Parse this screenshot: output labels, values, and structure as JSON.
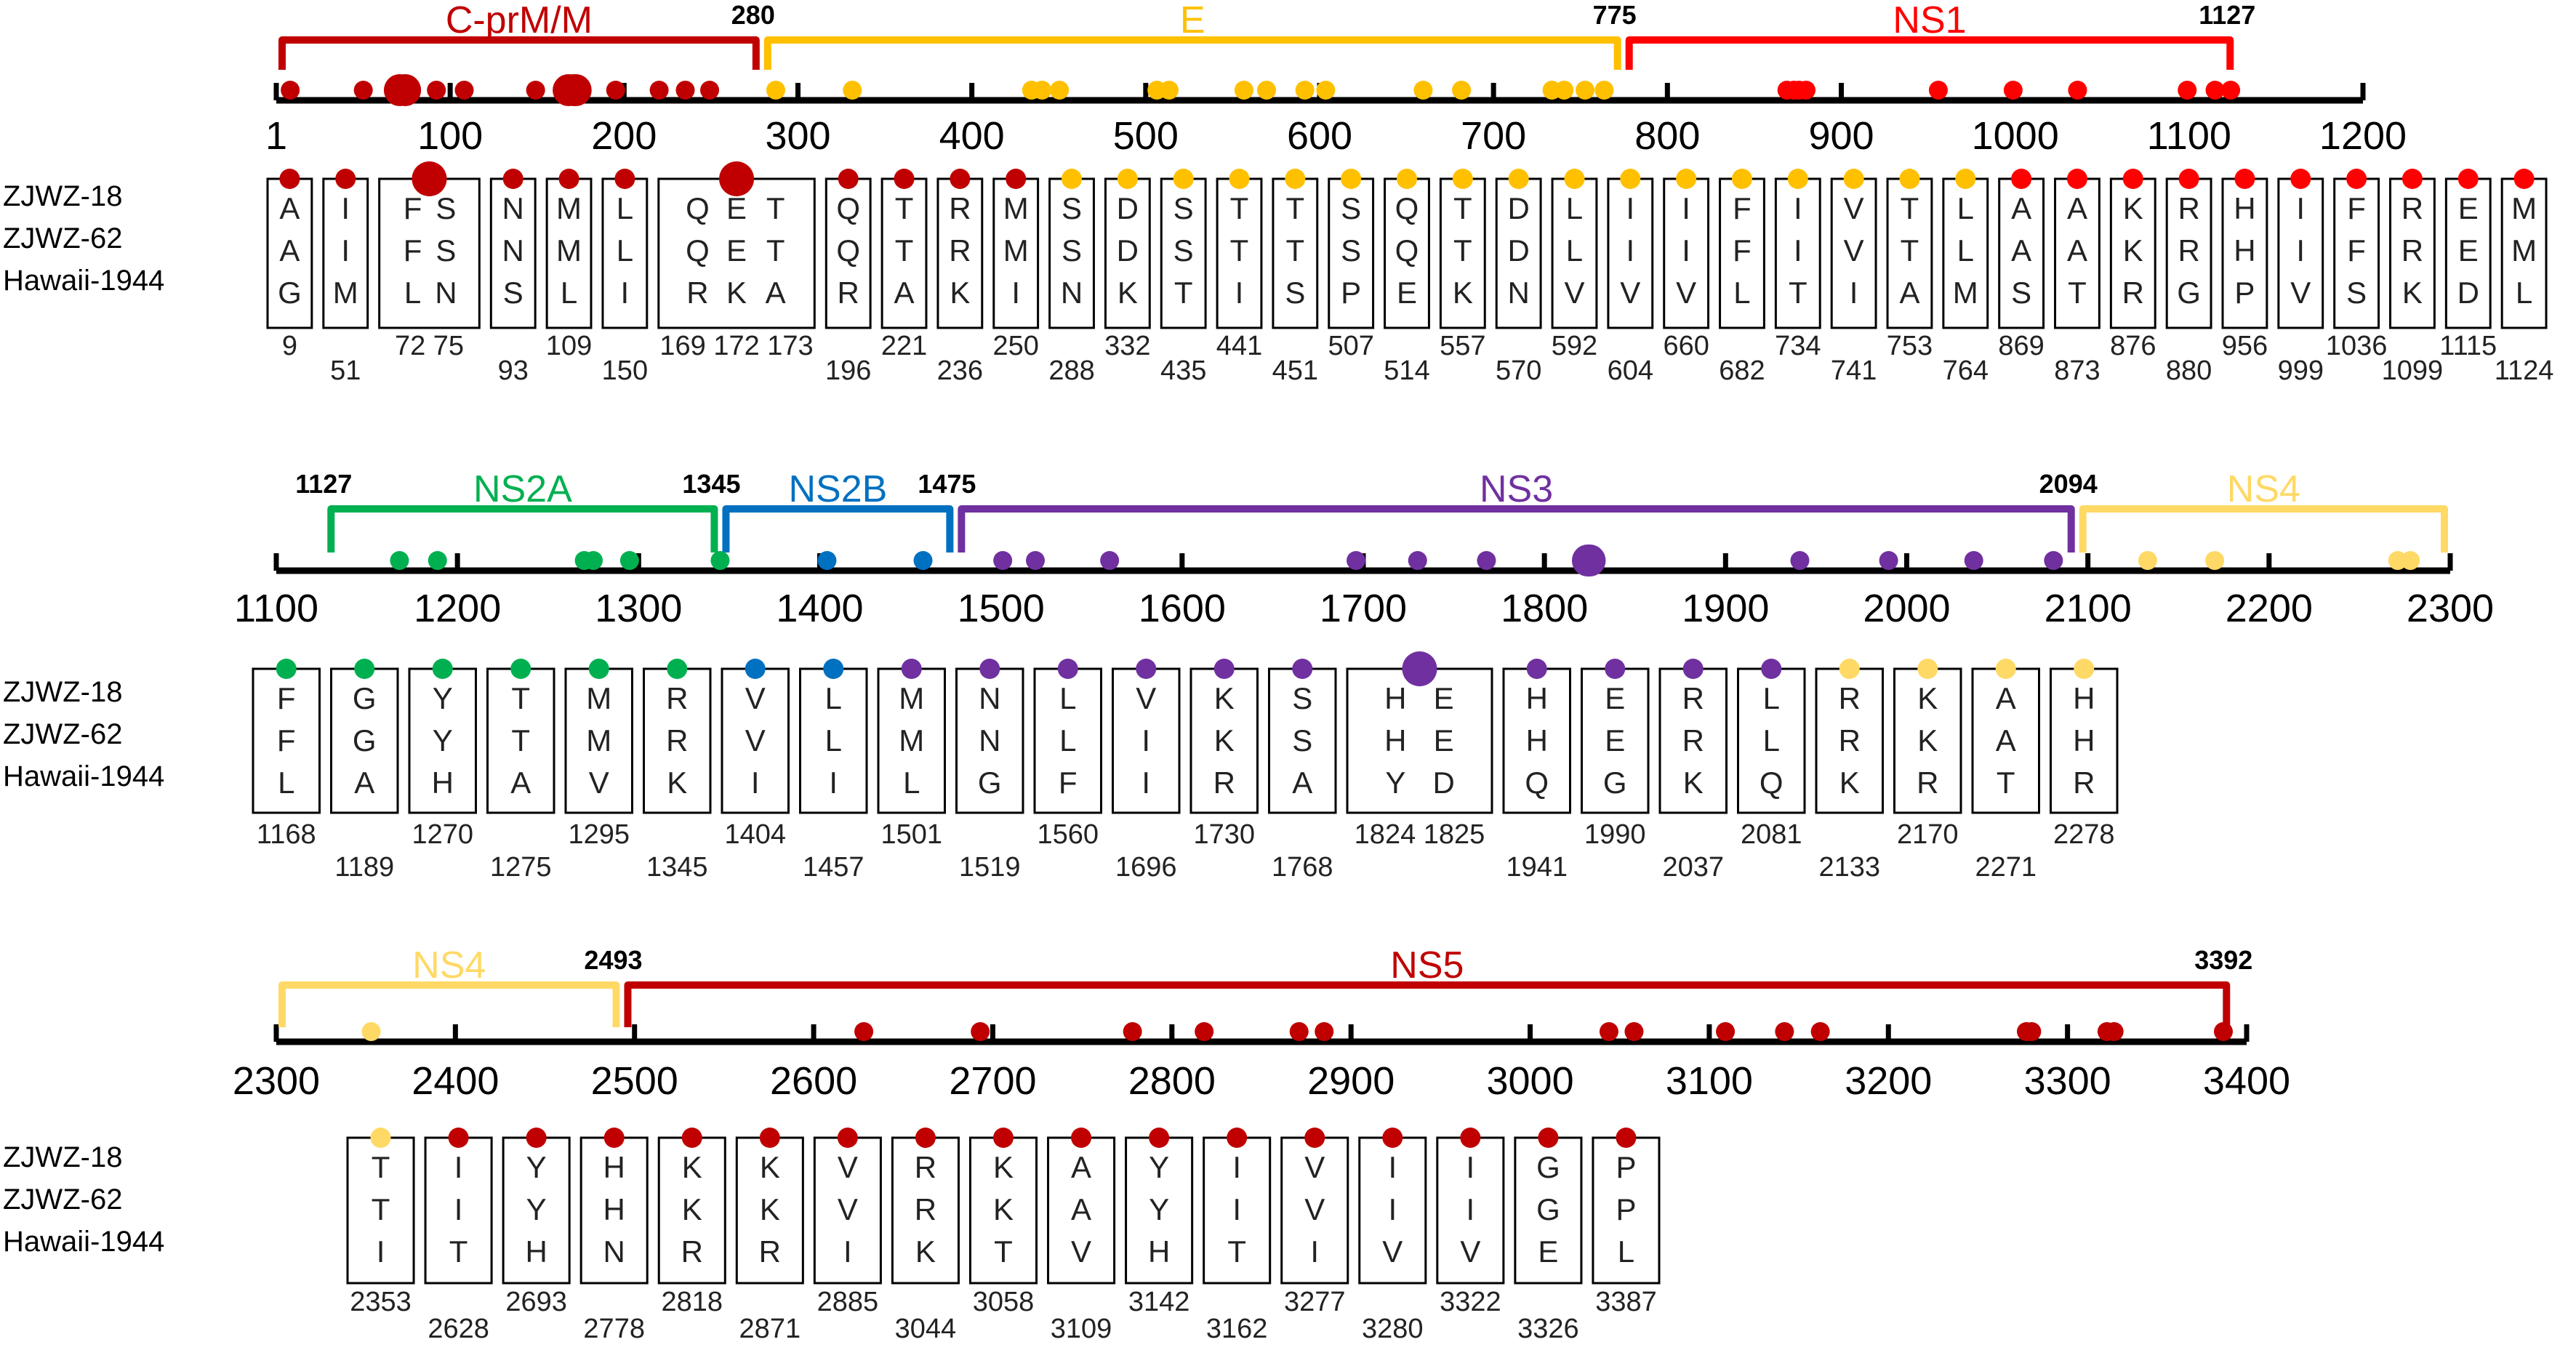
{
  "strains": [
    "ZJWZ-18",
    "ZJWZ-62",
    "Hawaii-1944"
  ],
  "colors": {
    "C-prM/M": "#c00000",
    "E": "#ffc000",
    "NS1": "#ff0000",
    "NS2A": "#00b050",
    "NS2B": "#0070c0",
    "NS3": "#7030a0",
    "NS4": "#ffd966",
    "NS5": "#c00000",
    "tick_blue": "#4472c4",
    "axis": "#000000"
  },
  "rows": [
    {
      "axis_range": [
        1,
        1200
      ],
      "axis_labels": [
        "1",
        "100",
        "200",
        "300",
        "400",
        "500",
        "600",
        "700",
        "800",
        "900",
        "1000",
        "1100",
        "1200"
      ],
      "regions": [
        {
          "name": "C-prM/M",
          "start": 1,
          "end": 280,
          "start_label": "",
          "end_label": "280"
        },
        {
          "name": "E",
          "start": 280,
          "end": 775,
          "start_label": "",
          "end_label": "775"
        },
        {
          "name": "NS1",
          "start": 775,
          "end": 1127,
          "start_label": "",
          "end_label": "1127"
        }
      ],
      "columns": [
        {
          "residues": [
            "A",
            "A",
            "G"
          ],
          "positions": [
            "9"
          ],
          "region": "C-prM/M"
        },
        {
          "residues": [
            "I",
            "I",
            "M"
          ],
          "positions": [
            "51"
          ],
          "region": "C-prM/M"
        },
        {
          "residues": [
            "FS",
            "FS",
            "LN"
          ],
          "positions": [
            "72 75"
          ],
          "region": "C-prM/M",
          "wide": 1,
          "big": true
        },
        {
          "residues": [
            "N",
            "N",
            "S"
          ],
          "positions": [
            "93"
          ],
          "region": "C-prM/M"
        },
        {
          "residues": [
            "M",
            "M",
            "L"
          ],
          "positions": [
            "109"
          ],
          "region": "C-prM/M"
        },
        {
          "residues": [
            "L",
            "L",
            "I"
          ],
          "positions": [
            "150"
          ],
          "region": "C-prM/M"
        },
        {
          "residues": [
            "QET",
            "QET",
            "RKA"
          ],
          "positions": [
            "169 172 173"
          ],
          "region": "C-prM/M",
          "wide": 2,
          "big": true
        },
        {
          "residues": [
            "Q",
            "Q",
            "R"
          ],
          "positions": [
            "196"
          ],
          "region": "C-prM/M"
        },
        {
          "residues": [
            "T",
            "T",
            "A"
          ],
          "positions": [
            "221"
          ],
          "region": "C-prM/M"
        },
        {
          "residues": [
            "R",
            "R",
            "K"
          ],
          "positions": [
            "236"
          ],
          "region": "C-prM/M"
        },
        {
          "residues": [
            "M",
            "M",
            "I"
          ],
          "positions": [
            "250"
          ],
          "region": "C-prM/M"
        },
        {
          "residues": [
            "S",
            "S",
            "N"
          ],
          "positions": [
            "288"
          ],
          "region": "E"
        },
        {
          "residues": [
            "D",
            "D",
            "K"
          ],
          "positions": [
            "332"
          ],
          "region": "E"
        },
        {
          "residues": [
            "S",
            "S",
            "T"
          ],
          "positions": [
            "435"
          ],
          "region": "E"
        },
        {
          "residues": [
            "T",
            "T",
            "I"
          ],
          "positions": [
            "441"
          ],
          "region": "E"
        },
        {
          "residues": [
            "T",
            "T",
            "S"
          ],
          "positions": [
            "451"
          ],
          "region": "E"
        },
        {
          "residues": [
            "S",
            "S",
            "P"
          ],
          "positions": [
            "507"
          ],
          "region": "E"
        },
        {
          "residues": [
            "Q",
            "Q",
            "E"
          ],
          "positions": [
            "514"
          ],
          "region": "E"
        },
        {
          "residues": [
            "T",
            "T",
            "K"
          ],
          "positions": [
            "557"
          ],
          "region": "E"
        },
        {
          "residues": [
            "D",
            "D",
            "N"
          ],
          "positions": [
            "570"
          ],
          "region": "E"
        },
        {
          "residues": [
            "L",
            "L",
            "V"
          ],
          "positions": [
            "592"
          ],
          "region": "E"
        },
        {
          "residues": [
            "I",
            "I",
            "V"
          ],
          "positions": [
            "604"
          ],
          "region": "E"
        },
        {
          "residues": [
            "I",
            "I",
            "V"
          ],
          "positions": [
            "660"
          ],
          "region": "E"
        },
        {
          "residues": [
            "F",
            "F",
            "L"
          ],
          "positions": [
            "682"
          ],
          "region": "E"
        },
        {
          "residues": [
            "I",
            "I",
            "T"
          ],
          "positions": [
            "734"
          ],
          "region": "E"
        },
        {
          "residues": [
            "V",
            "V",
            "I"
          ],
          "positions": [
            "741"
          ],
          "region": "E"
        },
        {
          "residues": [
            "T",
            "T",
            "A"
          ],
          "positions": [
            "753"
          ],
          "region": "E"
        },
        {
          "residues": [
            "L",
            "L",
            "M"
          ],
          "positions": [
            "764"
          ],
          "region": "E"
        },
        {
          "residues": [
            "A",
            "A",
            "S"
          ],
          "positions": [
            "869"
          ],
          "region": "NS1"
        },
        {
          "residues": [
            "A",
            "A",
            "T"
          ],
          "positions": [
            "873"
          ],
          "region": "NS1"
        },
        {
          "residues": [
            "K",
            "K",
            "R"
          ],
          "positions": [
            "876"
          ],
          "region": "NS1"
        },
        {
          "residues": [
            "R",
            "R",
            "G"
          ],
          "positions": [
            "880"
          ],
          "region": "NS1"
        },
        {
          "residues": [
            "H",
            "H",
            "P"
          ],
          "positions": [
            "956"
          ],
          "region": "NS1"
        },
        {
          "residues": [
            "I",
            "I",
            "V"
          ],
          "positions": [
            "999"
          ],
          "region": "NS1"
        },
        {
          "residues": [
            "F",
            "F",
            "S"
          ],
          "positions": [
            "1036"
          ],
          "region": "NS1"
        },
        {
          "residues": [
            "R",
            "R",
            "K"
          ],
          "positions": [
            "1099"
          ],
          "region": "NS1"
        },
        {
          "residues": [
            "E",
            "E",
            "D"
          ],
          "positions": [
            "1115"
          ],
          "region": "NS1"
        },
        {
          "residues": [
            "M",
            "M",
            "L"
          ],
          "positions": [
            "1124"
          ],
          "region": "NS1"
        }
      ]
    },
    {
      "axis_range": [
        1100,
        2300
      ],
      "axis_labels": [
        "1100",
        "1200",
        "1300",
        "1400",
        "1500",
        "1600",
        "1700",
        "1800",
        "1900",
        "2000",
        "2100",
        "2200",
        "2300"
      ],
      "regions": [
        {
          "name": "NS2A",
          "start": 1127,
          "end": 1345,
          "start_label": "1127",
          "end_label": "1345"
        },
        {
          "name": "NS2B",
          "start": 1345,
          "end": 1475,
          "start_label": "",
          "end_label": "1475"
        },
        {
          "name": "NS3",
          "start": 1475,
          "end": 2094,
          "start_label": "",
          "end_label": "2094"
        },
        {
          "name": "NS4",
          "start": 2094,
          "end": 2300,
          "start_label": "",
          "end_label": ""
        }
      ],
      "columns": [
        {
          "residues": [
            "F",
            "F",
            "L"
          ],
          "positions": [
            "1168"
          ],
          "region": "NS2A"
        },
        {
          "residues": [
            "G",
            "G",
            "A"
          ],
          "positions": [
            "1189"
          ],
          "region": "NS2A"
        },
        {
          "residues": [
            "Y",
            "Y",
            "H"
          ],
          "positions": [
            "1270"
          ],
          "region": "NS2A"
        },
        {
          "residues": [
            "T",
            "T",
            "A"
          ],
          "positions": [
            "1275"
          ],
          "region": "NS2A"
        },
        {
          "residues": [
            "M",
            "M",
            "V"
          ],
          "positions": [
            "1295"
          ],
          "region": "NS2A"
        },
        {
          "residues": [
            "R",
            "R",
            "K"
          ],
          "positions": [
            "1345"
          ],
          "region": "NS2A"
        },
        {
          "residues": [
            "V",
            "V",
            "I"
          ],
          "positions": [
            "1404"
          ],
          "region": "NS2B"
        },
        {
          "residues": [
            "L",
            "L",
            "I"
          ],
          "positions": [
            "1457"
          ],
          "region": "NS2B"
        },
        {
          "residues": [
            "M",
            "M",
            "L"
          ],
          "positions": [
            "1501"
          ],
          "region": "NS3"
        },
        {
          "residues": [
            "N",
            "N",
            "G"
          ],
          "positions": [
            "1519"
          ],
          "region": "NS3"
        },
        {
          "residues": [
            "L",
            "L",
            "F"
          ],
          "positions": [
            "1560"
          ],
          "region": "NS3"
        },
        {
          "residues": [
            "V",
            "I",
            "I"
          ],
          "positions": [
            "1696"
          ],
          "region": "NS3"
        },
        {
          "residues": [
            "K",
            "K",
            "R"
          ],
          "positions": [
            "1730"
          ],
          "region": "NS3"
        },
        {
          "residues": [
            "S",
            "S",
            "A"
          ],
          "positions": [
            "1768"
          ],
          "region": "NS3"
        },
        {
          "residues": [
            "HE",
            "HE",
            "YD"
          ],
          "positions": [
            "1824 1825"
          ],
          "region": "NS3",
          "wide": 1,
          "big": true
        },
        {
          "residues": [
            "H",
            "H",
            "Q"
          ],
          "positions": [
            "1941"
          ],
          "region": "NS3"
        },
        {
          "residues": [
            "E",
            "E",
            "G"
          ],
          "positions": [
            "1990"
          ],
          "region": "NS3"
        },
        {
          "residues": [
            "R",
            "R",
            "K"
          ],
          "positions": [
            "2037"
          ],
          "region": "NS3"
        },
        {
          "residues": [
            "L",
            "L",
            "Q"
          ],
          "positions": [
            "2081"
          ],
          "region": "NS3"
        },
        {
          "residues": [
            "R",
            "R",
            "K"
          ],
          "positions": [
            "2133"
          ],
          "region": "NS4"
        },
        {
          "residues": [
            "K",
            "K",
            "R"
          ],
          "positions": [
            "2170"
          ],
          "region": "NS4"
        },
        {
          "residues": [
            "A",
            "A",
            "T"
          ],
          "positions": [
            "2271"
          ],
          "region": "NS4"
        },
        {
          "residues": [
            "H",
            "H",
            "R"
          ],
          "positions": [
            "2278"
          ],
          "region": "NS4"
        }
      ]
    },
    {
      "axis_range": [
        2300,
        3400
      ],
      "axis_labels": [
        "2300",
        "2400",
        "2500",
        "2600",
        "2700",
        "2800",
        "2900",
        "3000",
        "3100",
        "3200",
        "3300",
        "3400"
      ],
      "regions": [
        {
          "name": "NS4",
          "start": 2300,
          "end": 2493,
          "start_label": "",
          "end_label": "2493"
        },
        {
          "name": "NS5",
          "start": 2493,
          "end": 3392,
          "start_label": "",
          "end_label": "3392"
        }
      ],
      "columns": [
        {
          "residues": [
            "T",
            "T",
            "I"
          ],
          "positions": [
            "2353"
          ],
          "region": "NS4"
        },
        {
          "residues": [
            "I",
            "I",
            "T"
          ],
          "positions": [
            "2628"
          ],
          "region": "NS5"
        },
        {
          "residues": [
            "Y",
            "Y",
            "H"
          ],
          "positions": [
            "2693"
          ],
          "region": "NS5"
        },
        {
          "residues": [
            "H",
            "H",
            "N"
          ],
          "positions": [
            "2778"
          ],
          "region": "NS5"
        },
        {
          "residues": [
            "K",
            "K",
            "R"
          ],
          "positions": [
            "2818"
          ],
          "region": "NS5"
        },
        {
          "residues": [
            "K",
            "K",
            "R"
          ],
          "positions": [
            "2871"
          ],
          "region": "NS5"
        },
        {
          "residues": [
            "V",
            "V",
            "I"
          ],
          "positions": [
            "2885"
          ],
          "region": "NS5"
        },
        {
          "residues": [
            "R",
            "R",
            "K"
          ],
          "positions": [
            "3044"
          ],
          "region": "NS5"
        },
        {
          "residues": [
            "K",
            "K",
            "T"
          ],
          "positions": [
            "3058"
          ],
          "region": "NS5"
        },
        {
          "residues": [
            "A",
            "A",
            "V"
          ],
          "positions": [
            "3109"
          ],
          "region": "NS5"
        },
        {
          "residues": [
            "Y",
            "Y",
            "H"
          ],
          "positions": [
            "3142"
          ],
          "region": "NS5"
        },
        {
          "residues": [
            "I",
            "I",
            "T"
          ],
          "positions": [
            "3162"
          ],
          "region": "NS5"
        },
        {
          "residues": [
            "V",
            "V",
            "I"
          ],
          "positions": [
            "3277"
          ],
          "region": "NS5"
        },
        {
          "residues": [
            "I",
            "I",
            "V"
          ],
          "positions": [
            "3280"
          ],
          "region": "NS5"
        },
        {
          "residues": [
            "I",
            "I",
            "V"
          ],
          "positions": [
            "3322"
          ],
          "region": "NS5"
        },
        {
          "residues": [
            "G",
            "G",
            "E"
          ],
          "positions": [
            "3326"
          ],
          "region": "NS5"
        },
        {
          "residues": [
            "P",
            "P",
            "L"
          ],
          "positions": [
            "3387"
          ],
          "region": "NS5"
        }
      ]
    }
  ]
}
